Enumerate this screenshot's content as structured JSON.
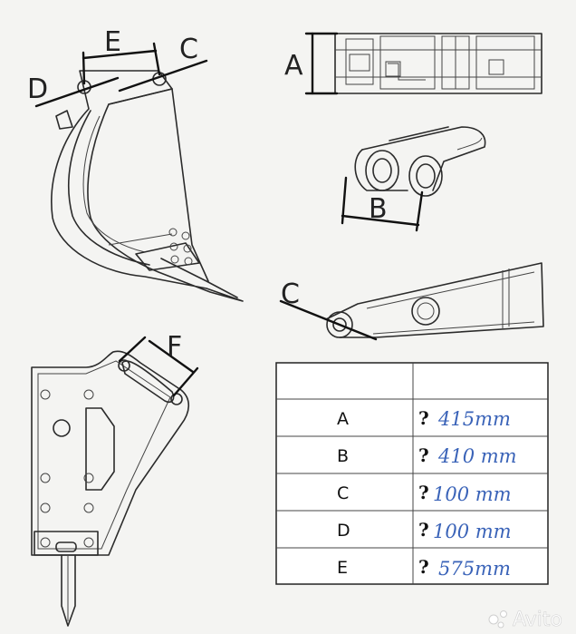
{
  "labels": {
    "a": "A",
    "b": "B",
    "c_bucket": "C",
    "c_arm": "C",
    "d": "D",
    "e": "E",
    "f": "F"
  },
  "table": {
    "rows": [
      {
        "key": "A",
        "mark": "?",
        "value": "415mm"
      },
      {
        "key": "B",
        "mark": "?",
        "value": "410 mm"
      },
      {
        "key": "C",
        "mark": "?",
        "value": "100 mm"
      },
      {
        "key": "D",
        "mark": "?",
        "value": "100 mm"
      },
      {
        "key": "E",
        "mark": "?",
        "value": "575mm"
      }
    ]
  },
  "watermark": "Avito"
}
